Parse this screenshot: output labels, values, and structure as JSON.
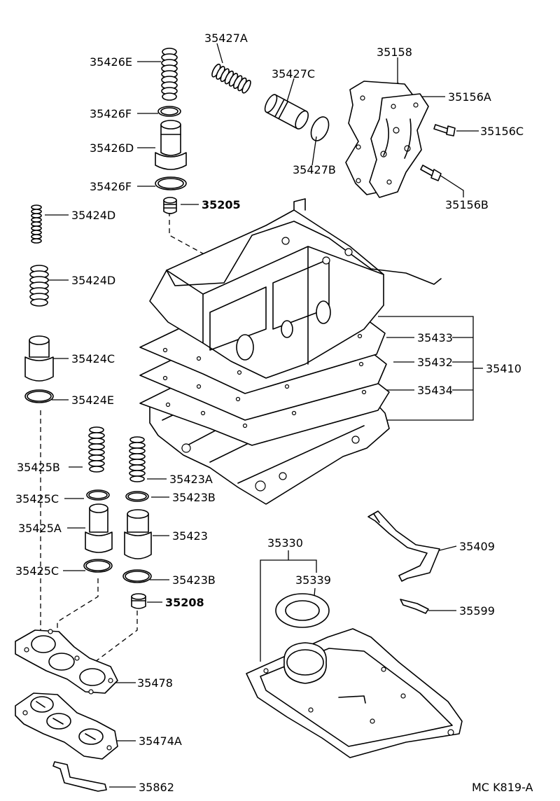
{
  "diagram_code": "MC K819-A",
  "labels": {
    "l_35427A": "35427A",
    "l_35426E": "35426E",
    "l_35427C": "35427C",
    "l_35158": "35158",
    "l_35156A": "35156A",
    "l_35426F_top": "35426F",
    "l_35156C": "35156C",
    "l_35426D": "35426D",
    "l_35427B": "35427B",
    "l_35426F_bot": "35426F",
    "l_35205": "35205",
    "l_35156B": "35156B",
    "l_35424D_top": "35424D",
    "l_35424D_bot": "35424D",
    "l_35433": "35433",
    "l_35424C": "35424C",
    "l_35432": "35432",
    "l_35410": "35410",
    "l_35434": "35434",
    "l_35424E": "35424E",
    "l_35425B": "35425B",
    "l_35423A": "35423A",
    "l_35425C_top": "35425C",
    "l_35423B_top": "35423B",
    "l_35425A": "35425A",
    "l_35423": "35423",
    "l_35330": "35330",
    "l_35409": "35409",
    "l_35339": "35339",
    "l_35425C_bot": "35425C",
    "l_35423B_bot": "35423B",
    "l_35208": "35208",
    "l_35599": "35599",
    "l_35478": "35478",
    "l_35474A": "35474A",
    "l_35862": "35862"
  }
}
